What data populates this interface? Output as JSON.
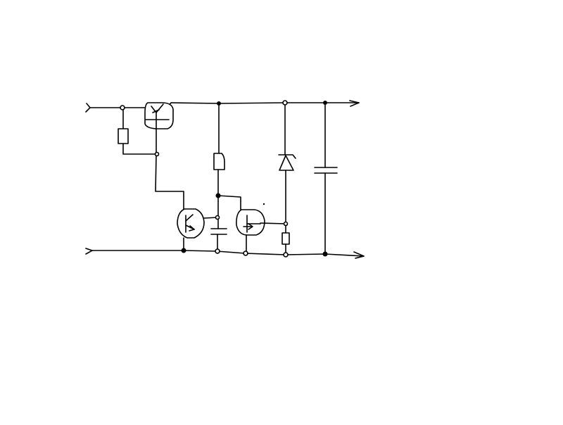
{
  "canvas": {
    "background": "#ffffff",
    "stroke_color": "#000000"
  },
  "diagram": {
    "kind": "hand-drawn electronic circuit schematic",
    "text_labels": [],
    "components": [
      {
        "name": "input-terminal-top",
        "type": "terminal"
      },
      {
        "name": "input-terminal-bottom",
        "type": "terminal"
      },
      {
        "name": "output-terminal-top",
        "type": "terminal"
      },
      {
        "name": "output-terminal-bottom",
        "type": "terminal"
      },
      {
        "name": "pass-transistor",
        "type": "transistor"
      },
      {
        "name": "bias-resistor",
        "type": "resistor"
      },
      {
        "name": "driver-transistor",
        "type": "transistor"
      },
      {
        "name": "sense-transistor",
        "type": "transistor"
      },
      {
        "name": "collector-resistor",
        "type": "resistor"
      },
      {
        "name": "timing-capacitor",
        "type": "capacitor"
      },
      {
        "name": "zener-diode",
        "type": "zener-diode"
      },
      {
        "name": "zener-series-resistor",
        "type": "resistor"
      },
      {
        "name": "output-capacitor",
        "type": "capacitor"
      }
    ]
  }
}
